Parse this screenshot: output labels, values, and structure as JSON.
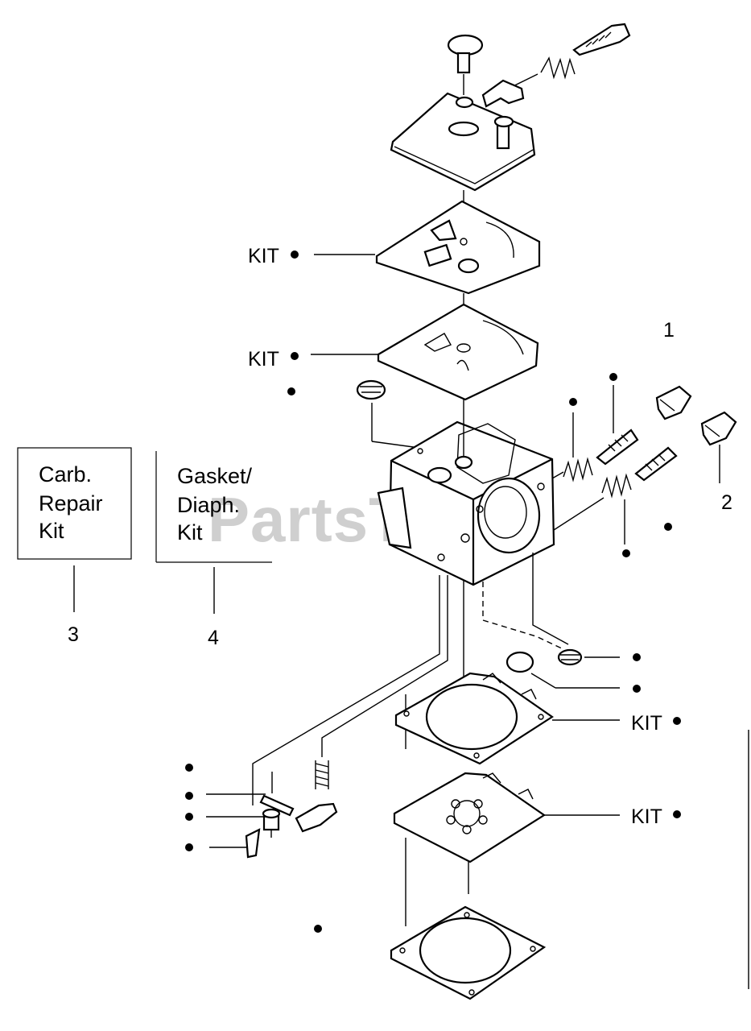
{
  "watermark": "PartsTree",
  "callouts": {
    "kit_label": "KIT",
    "item1": "1",
    "item2": "2",
    "item3": "3",
    "item4": "4"
  },
  "legend": {
    "box1": {
      "line1": "Carb.",
      "line2": "Repair",
      "line3": "Kit"
    },
    "box2": {
      "line1": "Gasket/",
      "line2": "Diaph.",
      "line3": "Kit"
    }
  }
}
